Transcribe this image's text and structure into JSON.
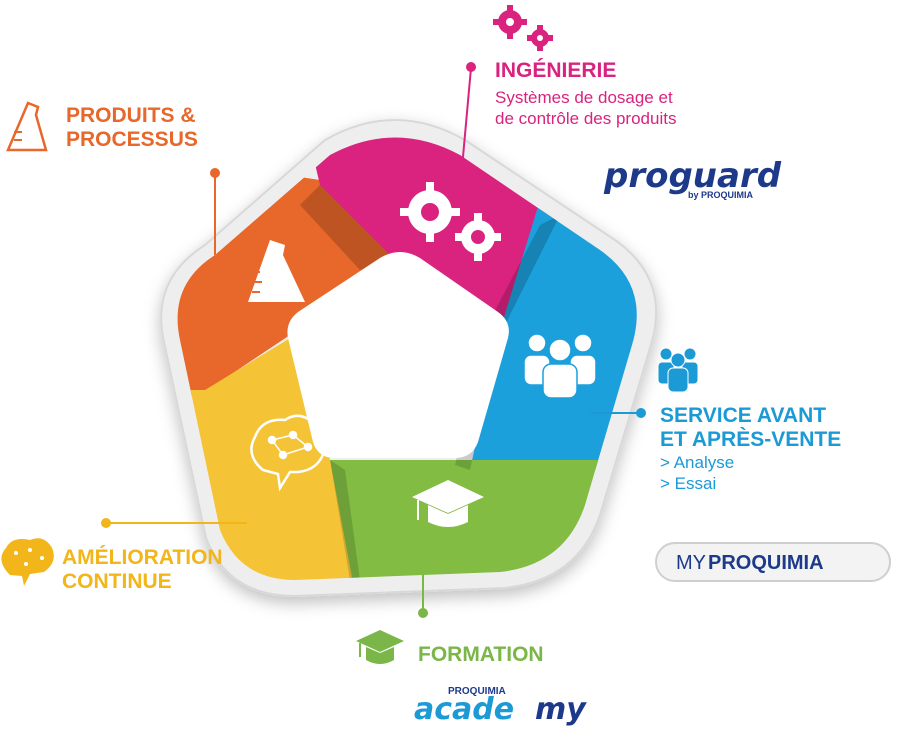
{
  "sections": {
    "produits": {
      "title_line1": "PRODUITS &",
      "title_line2": "PROCESSUS",
      "color": "#e8672a",
      "icon": "flask-icon"
    },
    "ingenierie": {
      "title": "INGÉNIERIE",
      "subtitle_line1": "Systèmes de dosage et",
      "subtitle_line2": "de contrôle des produits",
      "color": "#d9237f",
      "icon": "gears-icon"
    },
    "service": {
      "title_line1": "SERVICE AVANT",
      "title_line2": "ET APRÈS-VENTE",
      "item1": "> Analyse",
      "item2": "> Essai",
      "color": "#1c9ad6",
      "icon": "people-group-icon"
    },
    "formation": {
      "title": "FORMATION",
      "color": "#7ab648",
      "icon": "graduation-cap-icon"
    },
    "amelioration": {
      "title_line1": "AMÉLIORATION",
      "title_line2": "CONTINUE",
      "color": "#f2b51a",
      "icon": "brain-icon"
    }
  },
  "brands": {
    "proguard": {
      "name": "proguard",
      "byline": "by PROQUIMIA"
    },
    "myproquimia": {
      "prefix": "MY",
      "name": "PROQUIMIA"
    },
    "academy": {
      "top": "PROQUIMIA",
      "prefix": "acade",
      "suffix": "my"
    }
  }
}
